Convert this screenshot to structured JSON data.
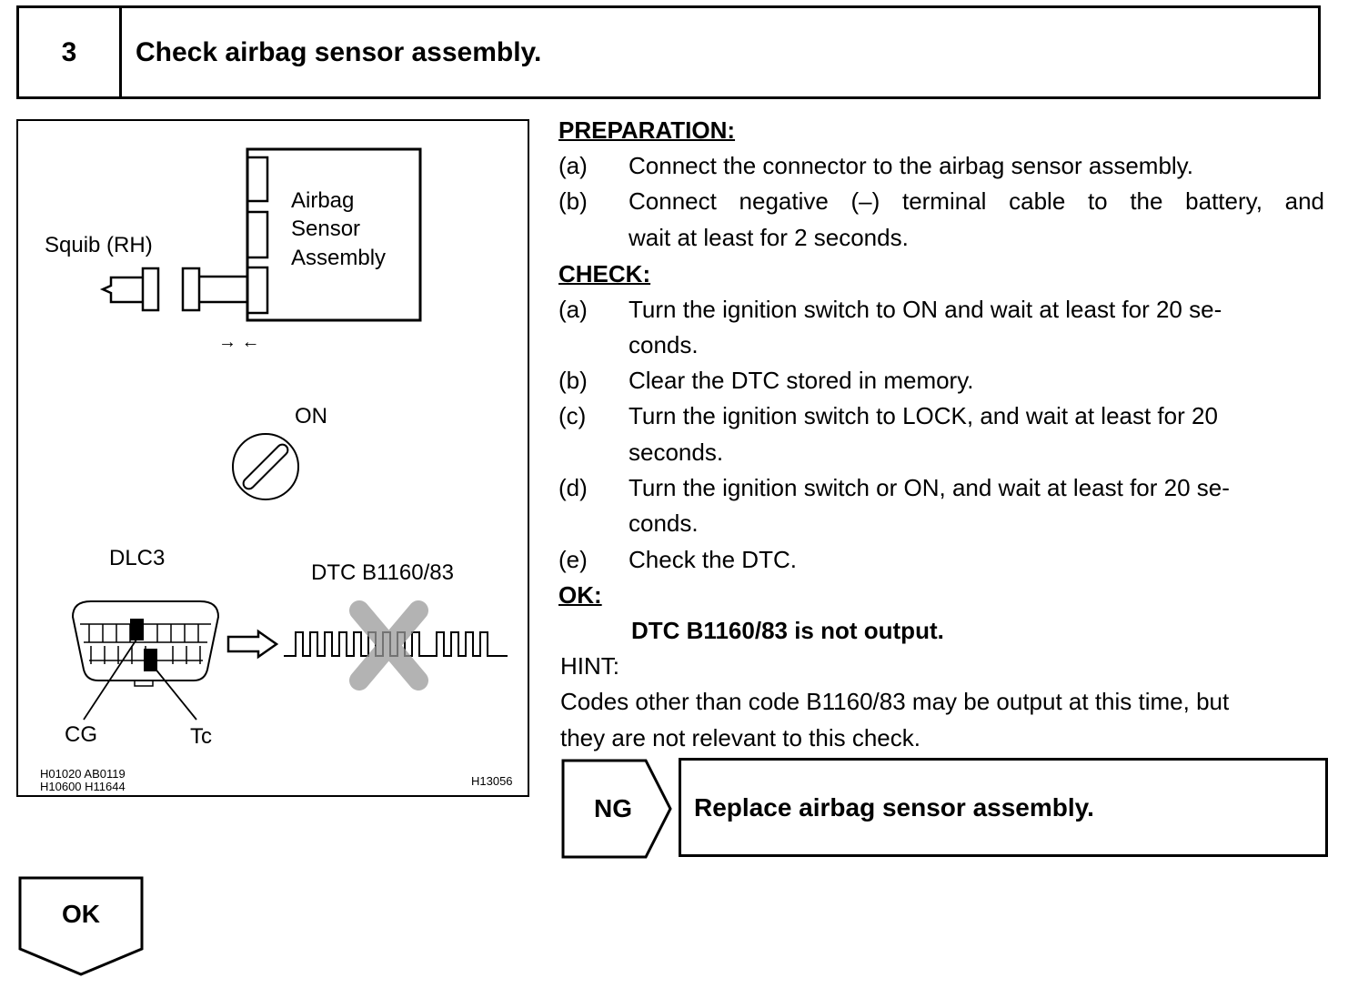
{
  "header": {
    "step_number": "3",
    "title": "Check airbag sensor assembly."
  },
  "figure": {
    "labels": {
      "assembly_line1": "Airbag",
      "assembly_line2": "Sensor",
      "assembly_line3": "Assembly",
      "squib": "Squib (RH)",
      "arrows": "→ ←",
      "ignition": "ON",
      "dlc": "DLC3",
      "dtc": "DTC B1160/83",
      "cg": "CG",
      "tc": "Tc",
      "codes_line1": "H01020 AB0119",
      "codes_line2": "H10600 H11644",
      "figure_id": "H13056"
    }
  },
  "procedure": {
    "preparation": {
      "heading": "PREPARATION:",
      "items": [
        {
          "letter": "(a)",
          "lines": [
            "Connect the connector to the airbag sensor assembly."
          ]
        },
        {
          "letter": "(b)",
          "lines": [
            "Connect negative (–) terminal cable to the battery, and",
            "wait at least for 2 seconds."
          ]
        }
      ]
    },
    "check": {
      "heading": "CHECK:",
      "items": [
        {
          "letter": "(a)",
          "lines": [
            "Turn the ignition switch to ON and wait at least for 20 se-",
            "conds."
          ]
        },
        {
          "letter": "(b)",
          "lines": [
            "Clear the DTC stored in memory."
          ]
        },
        {
          "letter": "(c)",
          "lines": [
            "Turn the ignition switch to LOCK, and wait at least for 20",
            "seconds."
          ]
        },
        {
          "letter": "(d)",
          "lines": [
            "Turn the ignition switch or ON, and wait at least for 20 se-",
            "conds."
          ]
        },
        {
          "letter": "(e)",
          "lines": [
            "Check the DTC."
          ]
        }
      ]
    },
    "ok": {
      "heading": "OK:",
      "text": "DTC B1160/83 is not output."
    },
    "hint": {
      "heading": "HINT:",
      "lines": [
        "Codes other than code B1160/83 may be output at this time, but",
        "they are not relevant to this check."
      ]
    }
  },
  "ng_branch": {
    "label": "NG",
    "text": "Replace airbag sensor assembly."
  },
  "ok_branch": {
    "label": "OK"
  }
}
